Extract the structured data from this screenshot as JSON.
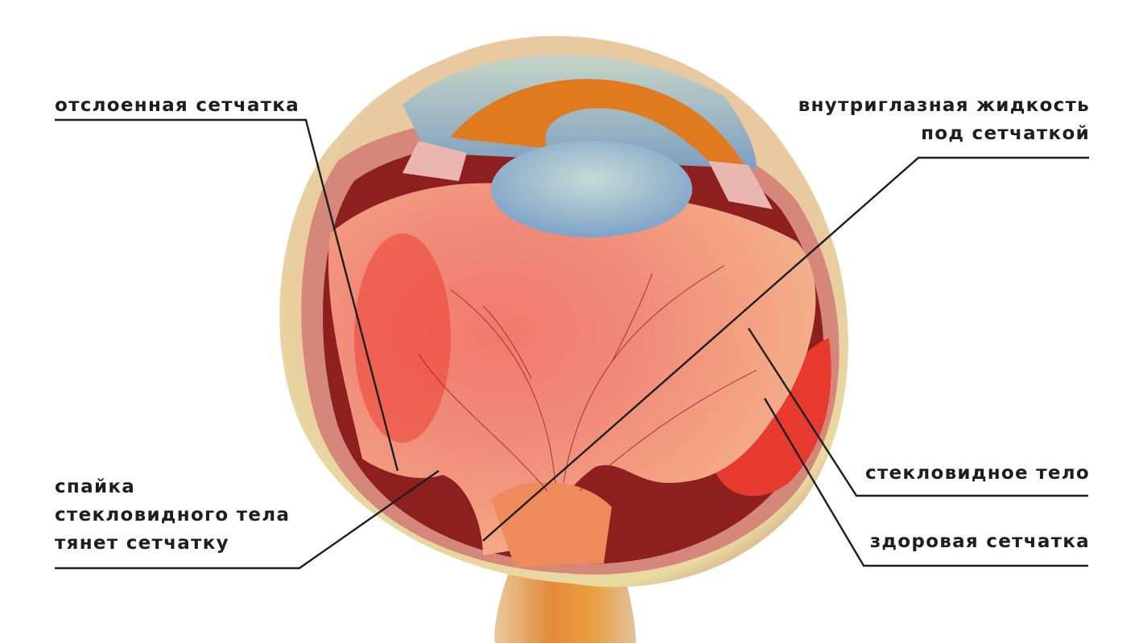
{
  "title": "Отслоение сетчатки",
  "labels": {
    "detached_retina": "отслоенная сетчатка",
    "adhesion": [
      "спайка",
      "стекловидного тела",
      "тянет сетчатку"
    ],
    "subretinal_fluid": [
      "внутриглазная жидкость",
      "под сетчаткой"
    ],
    "vitreous_body": "стекловидное тело",
    "healthy_retina": "здоровая сетчатка"
  },
  "colors": {
    "leader_line": "#1e1e1e",
    "text": "#1e1e1e"
  }
}
